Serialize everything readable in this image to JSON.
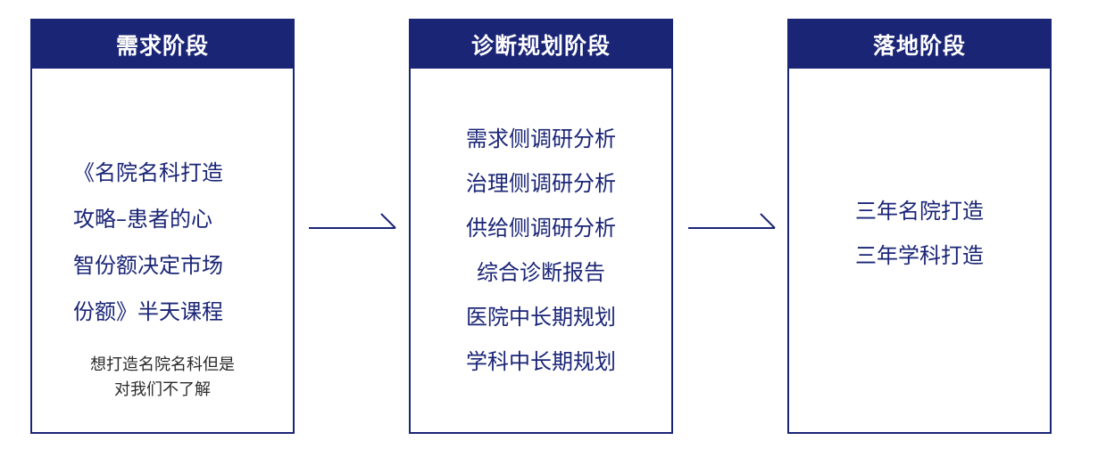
{
  "colors": {
    "primary": "#1a2576",
    "note_text": "#2a2a2a",
    "background": "#ffffff"
  },
  "stages": [
    {
      "title": "需求阶段",
      "lines": [
        "《名院名科打造",
        "攻略–患者的心",
        "智份额决定市场",
        "份额》半天课程"
      ],
      "note": [
        "想打造名院名科但是",
        "对我们不了解"
      ]
    },
    {
      "title": "诊断规划阶段",
      "items": [
        "需求侧调研分析",
        "治理侧调研分析",
        "供给侧调研分析",
        "综合诊断报告",
        "医院中长期规划",
        "学科中长期规划"
      ]
    },
    {
      "title": "落地阶段",
      "items": [
        "三年名院打造",
        "三年学科打造"
      ]
    }
  ],
  "connectors": [
    "arrow-right-icon",
    "arrow-right-icon"
  ]
}
